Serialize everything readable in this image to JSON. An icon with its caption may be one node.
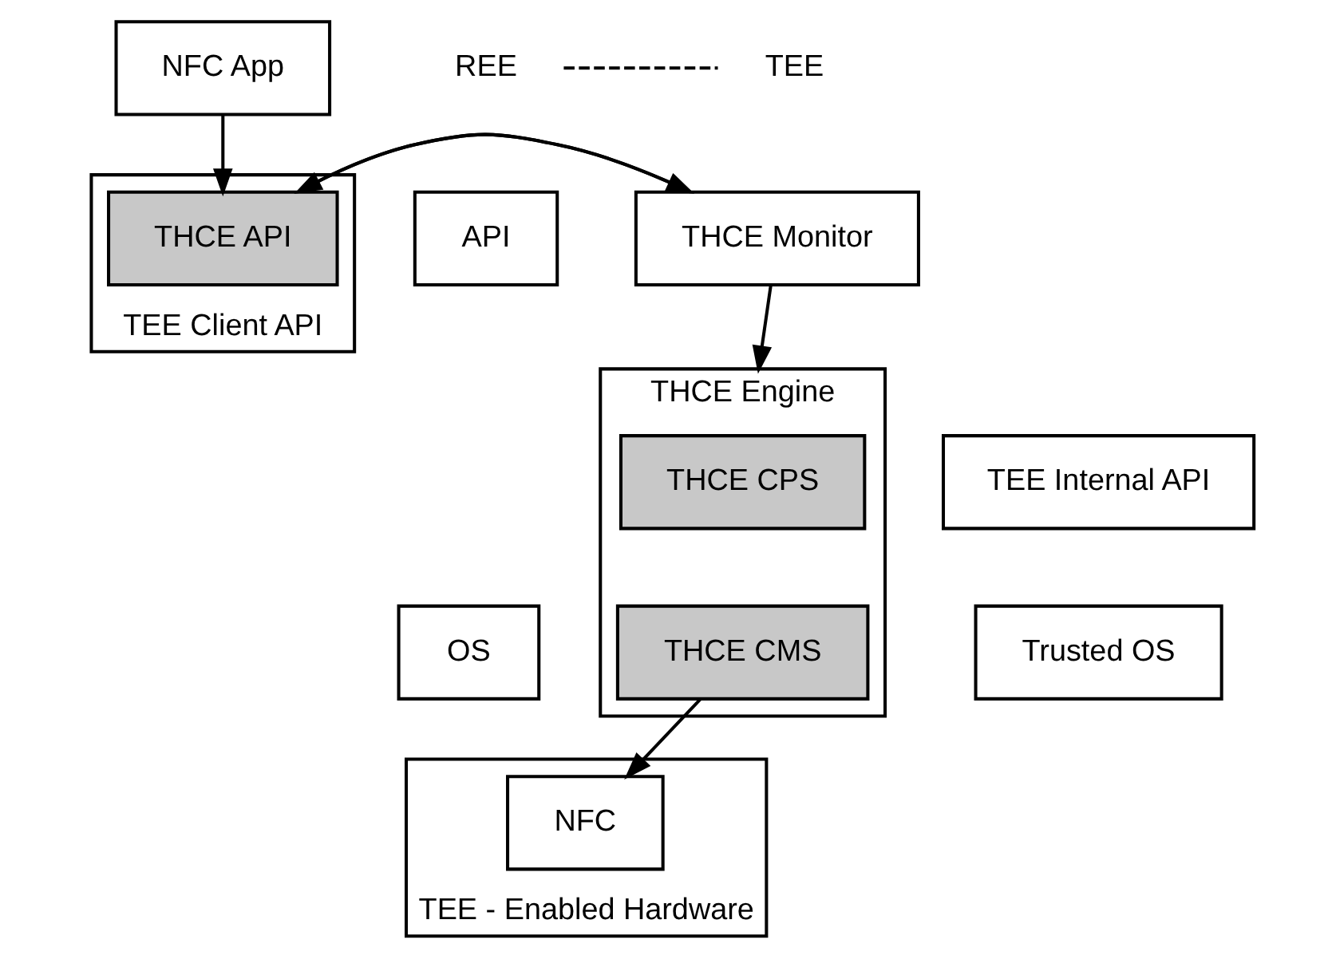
{
  "diagram": {
    "nodes": [
      {
        "text": [
          "NFC App"
        ]
      },
      {
        "text": [
          "API"
        ]
      },
      {
        "text": [
          "TEE Client API"
        ]
      },
      {
        "text": [
          "THCE API"
        ],
        "in": 2
      },
      {
        "text": [
          "THCE Monitor"
        ]
      },
      {
        "text": [
          "THCE Engine"
        ]
      },
      {
        "text": [
          "THCE CPS"
        ],
        "in": 5
      },
      {
        "text": [
          "THCE CMS"
        ],
        "in": 5
      },
      {
        "text": [
          "TEE Internal API"
        ]
      },
      {
        "text": [
          "OS"
        ]
      },
      {
        "text": [
          "Trusted OS"
        ]
      },
      {
        "text": [
          "TEE - Enabled Hardware"
        ]
      },
      {
        "text": [
          "NFC"
        ],
        "in": 11
      }
    ],
    "edges": [
      {
        "from": 0,
        "to": 3,
        "arrow": "to"
      },
      {
        "from": 4,
        "to": 3,
        "arrow": "to"
      },
      {
        "from": 3,
        "to": 4,
        "arrow": "to"
      },
      {
        "from": 4,
        "to": 5,
        "arrow": "to"
      },
      {
        "from": 7,
        "to": 12,
        "arrow": "to"
      }
    ],
    "labels": [
      "REE",
      "TEE"
    ]
  }
}
